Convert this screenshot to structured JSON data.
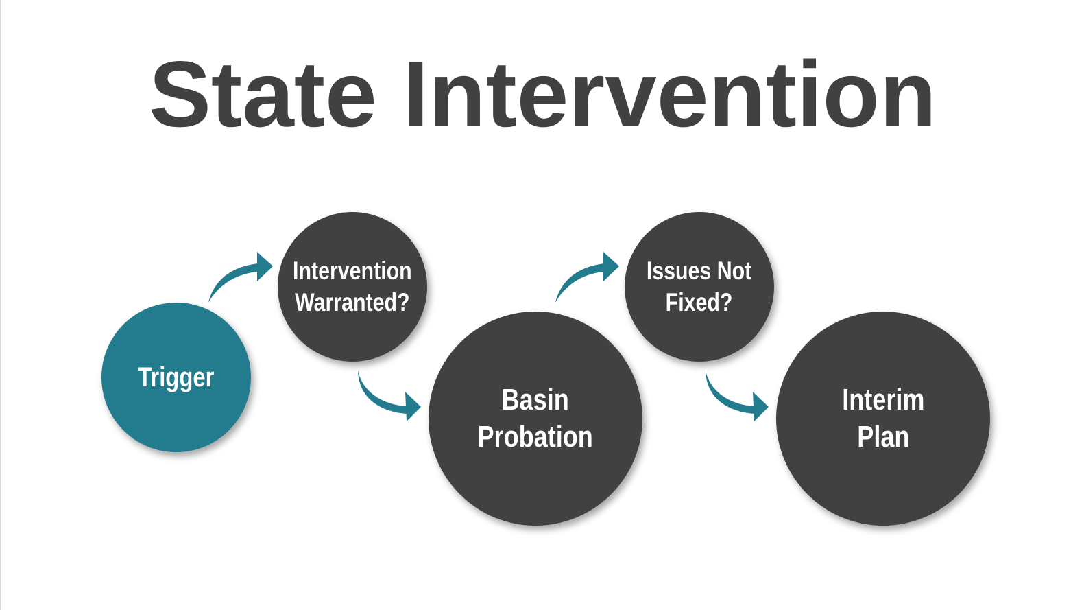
{
  "title": "State Intervention",
  "nodes": [
    {
      "label": "Trigger",
      "color": "#237b8e"
    },
    {
      "label": "Intervention\nWarranted?",
      "color": "#414141"
    },
    {
      "label": "Basin\nProbation",
      "color": "#414141"
    },
    {
      "label": "Issues Not\nFixed?",
      "color": "#414141"
    },
    {
      "label": "Interim\nPlan",
      "color": "#414141"
    }
  ],
  "colors": {
    "accent": "#237b8e",
    "dark": "#414141",
    "title": "#414141",
    "background": "#ffffff"
  },
  "arrows": [
    {
      "from": "Trigger",
      "to": "Intervention\nWarranted?",
      "icon": "curved-arrow-up-right-icon"
    },
    {
      "from": "Intervention\nWarranted?",
      "to": "Basin\nProbation",
      "icon": "curved-arrow-down-right-icon"
    },
    {
      "from": "Basin\nProbation",
      "to": "Issues Not\nFixed?",
      "icon": "curved-arrow-up-right-icon"
    },
    {
      "from": "Issues Not\nFixed?",
      "to": "Interim\nPlan",
      "icon": "curved-arrow-down-right-icon"
    }
  ]
}
